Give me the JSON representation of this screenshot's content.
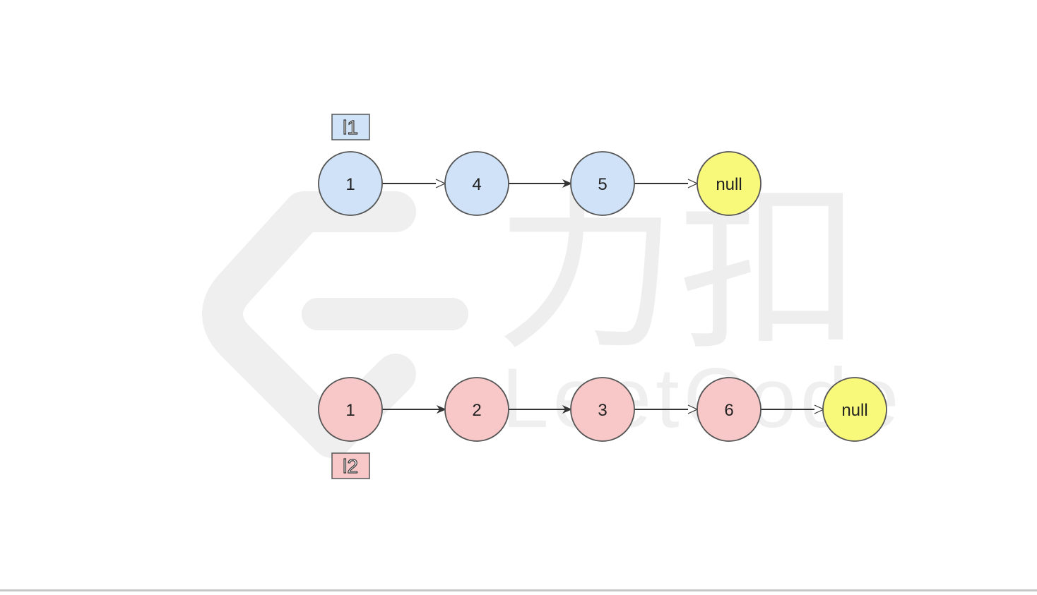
{
  "watermark": {
    "cn_text": "力扣",
    "en_text": "LeetCode",
    "color": "#eeeeee"
  },
  "colors": {
    "l1_fill": "#cfe2f8",
    "l2_fill": "#f8c8c8",
    "null_fill": "#f8f87a",
    "stroke": "#555555",
    "arrow": "#333333"
  },
  "lists": [
    {
      "name": "l1",
      "label": "l1",
      "nodes": [
        "1",
        "4",
        "5",
        "null"
      ]
    },
    {
      "name": "l2",
      "label": "l2",
      "nodes": [
        "1",
        "2",
        "3",
        "6",
        "null"
      ]
    }
  ]
}
